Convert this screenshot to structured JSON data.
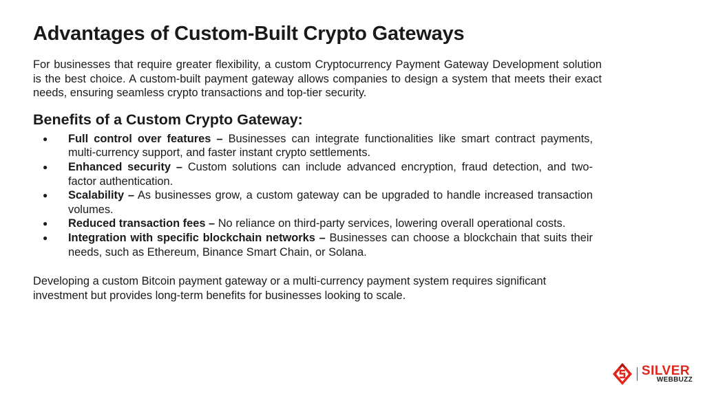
{
  "title": "Advantages of Custom-Built Crypto Gateways",
  "intro": "For businesses that require greater flexibility, a custom Cryptocurrency Payment Gateway Development solution is the best choice. A custom-built payment gateway allows companies to design a system that meets their exact needs, ensuring seamless crypto transactions and top-tier security.",
  "benefits_heading": "Benefits of a Custom Crypto Gateway:",
  "bullet_glyph": "●",
  "benefits": [
    {
      "label": "Full control over features –",
      "text": " Businesses can integrate functionalities like smart contract payments, multi-currency support, and faster instant crypto settlements."
    },
    {
      "label": "Enhanced security –",
      "text": " Custom solutions can include advanced encryption, fraud detection, and two-factor authentication."
    },
    {
      "label": "Scalability –",
      "text": " As businesses grow, a custom gateway can be upgraded to handle increased transaction volumes."
    },
    {
      "label": "Reduced transaction fees –",
      "text": " No reliance on third-party services, lowering overall operational costs."
    },
    {
      "label": "Integration with specific blockchain networks –",
      "text": " Businesses can choose a blockchain that suits their needs, such as Ethereum, Binance Smart Chain, or Solana."
    }
  ],
  "closing": "Developing a custom Bitcoin payment gateway or a multi-currency payment system requires significant investment but provides long-term benefits for businesses looking to scale.",
  "logo": {
    "word1": "SILVER",
    "word2": "WEBBUZZ",
    "accent_color": "#e0261c",
    "mark_icon": "diamond-s-icon"
  }
}
